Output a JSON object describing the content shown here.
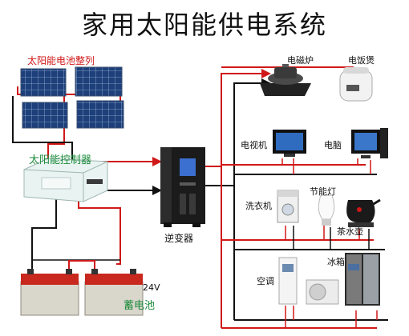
{
  "title": "家用太阳能供电系统",
  "labels": {
    "solar_array": "太阳能电池整列",
    "controller": "太阳能控制器",
    "inverter": "逆变器",
    "battery": "蓄电池",
    "voltage": "24V",
    "induction_cooker": "电磁炉",
    "rice_cooker": "电饭煲",
    "tv": "电视机",
    "computer": "电脑",
    "washer": "洗衣机",
    "lamp": "节能灯",
    "kettle": "茶水壶",
    "ac": "空调",
    "fridge": "冰箱"
  },
  "colors": {
    "wire_red": "#d01818",
    "wire_black": "#111111",
    "panel_blue": "#1d3f7a",
    "controller_green": "#e9f3f1",
    "inverter_body": "#1b1b1b",
    "battery_red": "#c8281e"
  }
}
